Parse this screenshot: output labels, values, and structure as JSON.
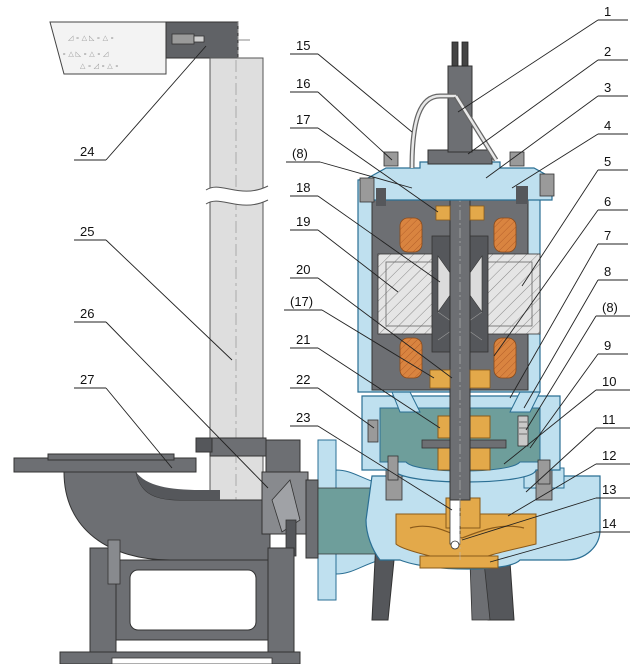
{
  "diagram": {
    "callouts": [
      {
        "id": "1",
        "text": "1"
      },
      {
        "id": "2",
        "text": "2"
      },
      {
        "id": "3",
        "text": "3"
      },
      {
        "id": "4",
        "text": "4"
      },
      {
        "id": "5",
        "text": "5"
      },
      {
        "id": "6",
        "text": "6"
      },
      {
        "id": "7",
        "text": "7"
      },
      {
        "id": "8",
        "text": "8"
      },
      {
        "id": "8r",
        "text": "(8)"
      },
      {
        "id": "9",
        "text": "9"
      },
      {
        "id": "10",
        "text": "10"
      },
      {
        "id": "11",
        "text": "11"
      },
      {
        "id": "12",
        "text": "12"
      },
      {
        "id": "13",
        "text": "13"
      },
      {
        "id": "14",
        "text": "14"
      },
      {
        "id": "15",
        "text": "15"
      },
      {
        "id": "16",
        "text": "16"
      },
      {
        "id": "17",
        "text": "17"
      },
      {
        "id": "8l",
        "text": "(8)"
      },
      {
        "id": "18",
        "text": "18"
      },
      {
        "id": "19",
        "text": "19"
      },
      {
        "id": "20",
        "text": "20"
      },
      {
        "id": "17l",
        "text": "(17)"
      },
      {
        "id": "21",
        "text": "21"
      },
      {
        "id": "22",
        "text": "22"
      },
      {
        "id": "23",
        "text": "23"
      },
      {
        "id": "24",
        "text": "24"
      },
      {
        "id": "25",
        "text": "25"
      },
      {
        "id": "26",
        "text": "26"
      },
      {
        "id": "27",
        "text": "27"
      }
    ],
    "colors": {
      "housing_fill": "#bfe0ef",
      "housing_stroke": "#2b6f94",
      "steel": "#6d6f73",
      "steel_dark": "#55575b",
      "bronze": "#e3a94a",
      "copper": "#d98440",
      "stator": "#dcdcdc",
      "oil": "#6e9e9b",
      "pipe": "#dedede",
      "concrete": "#f2f2f2"
    }
  }
}
